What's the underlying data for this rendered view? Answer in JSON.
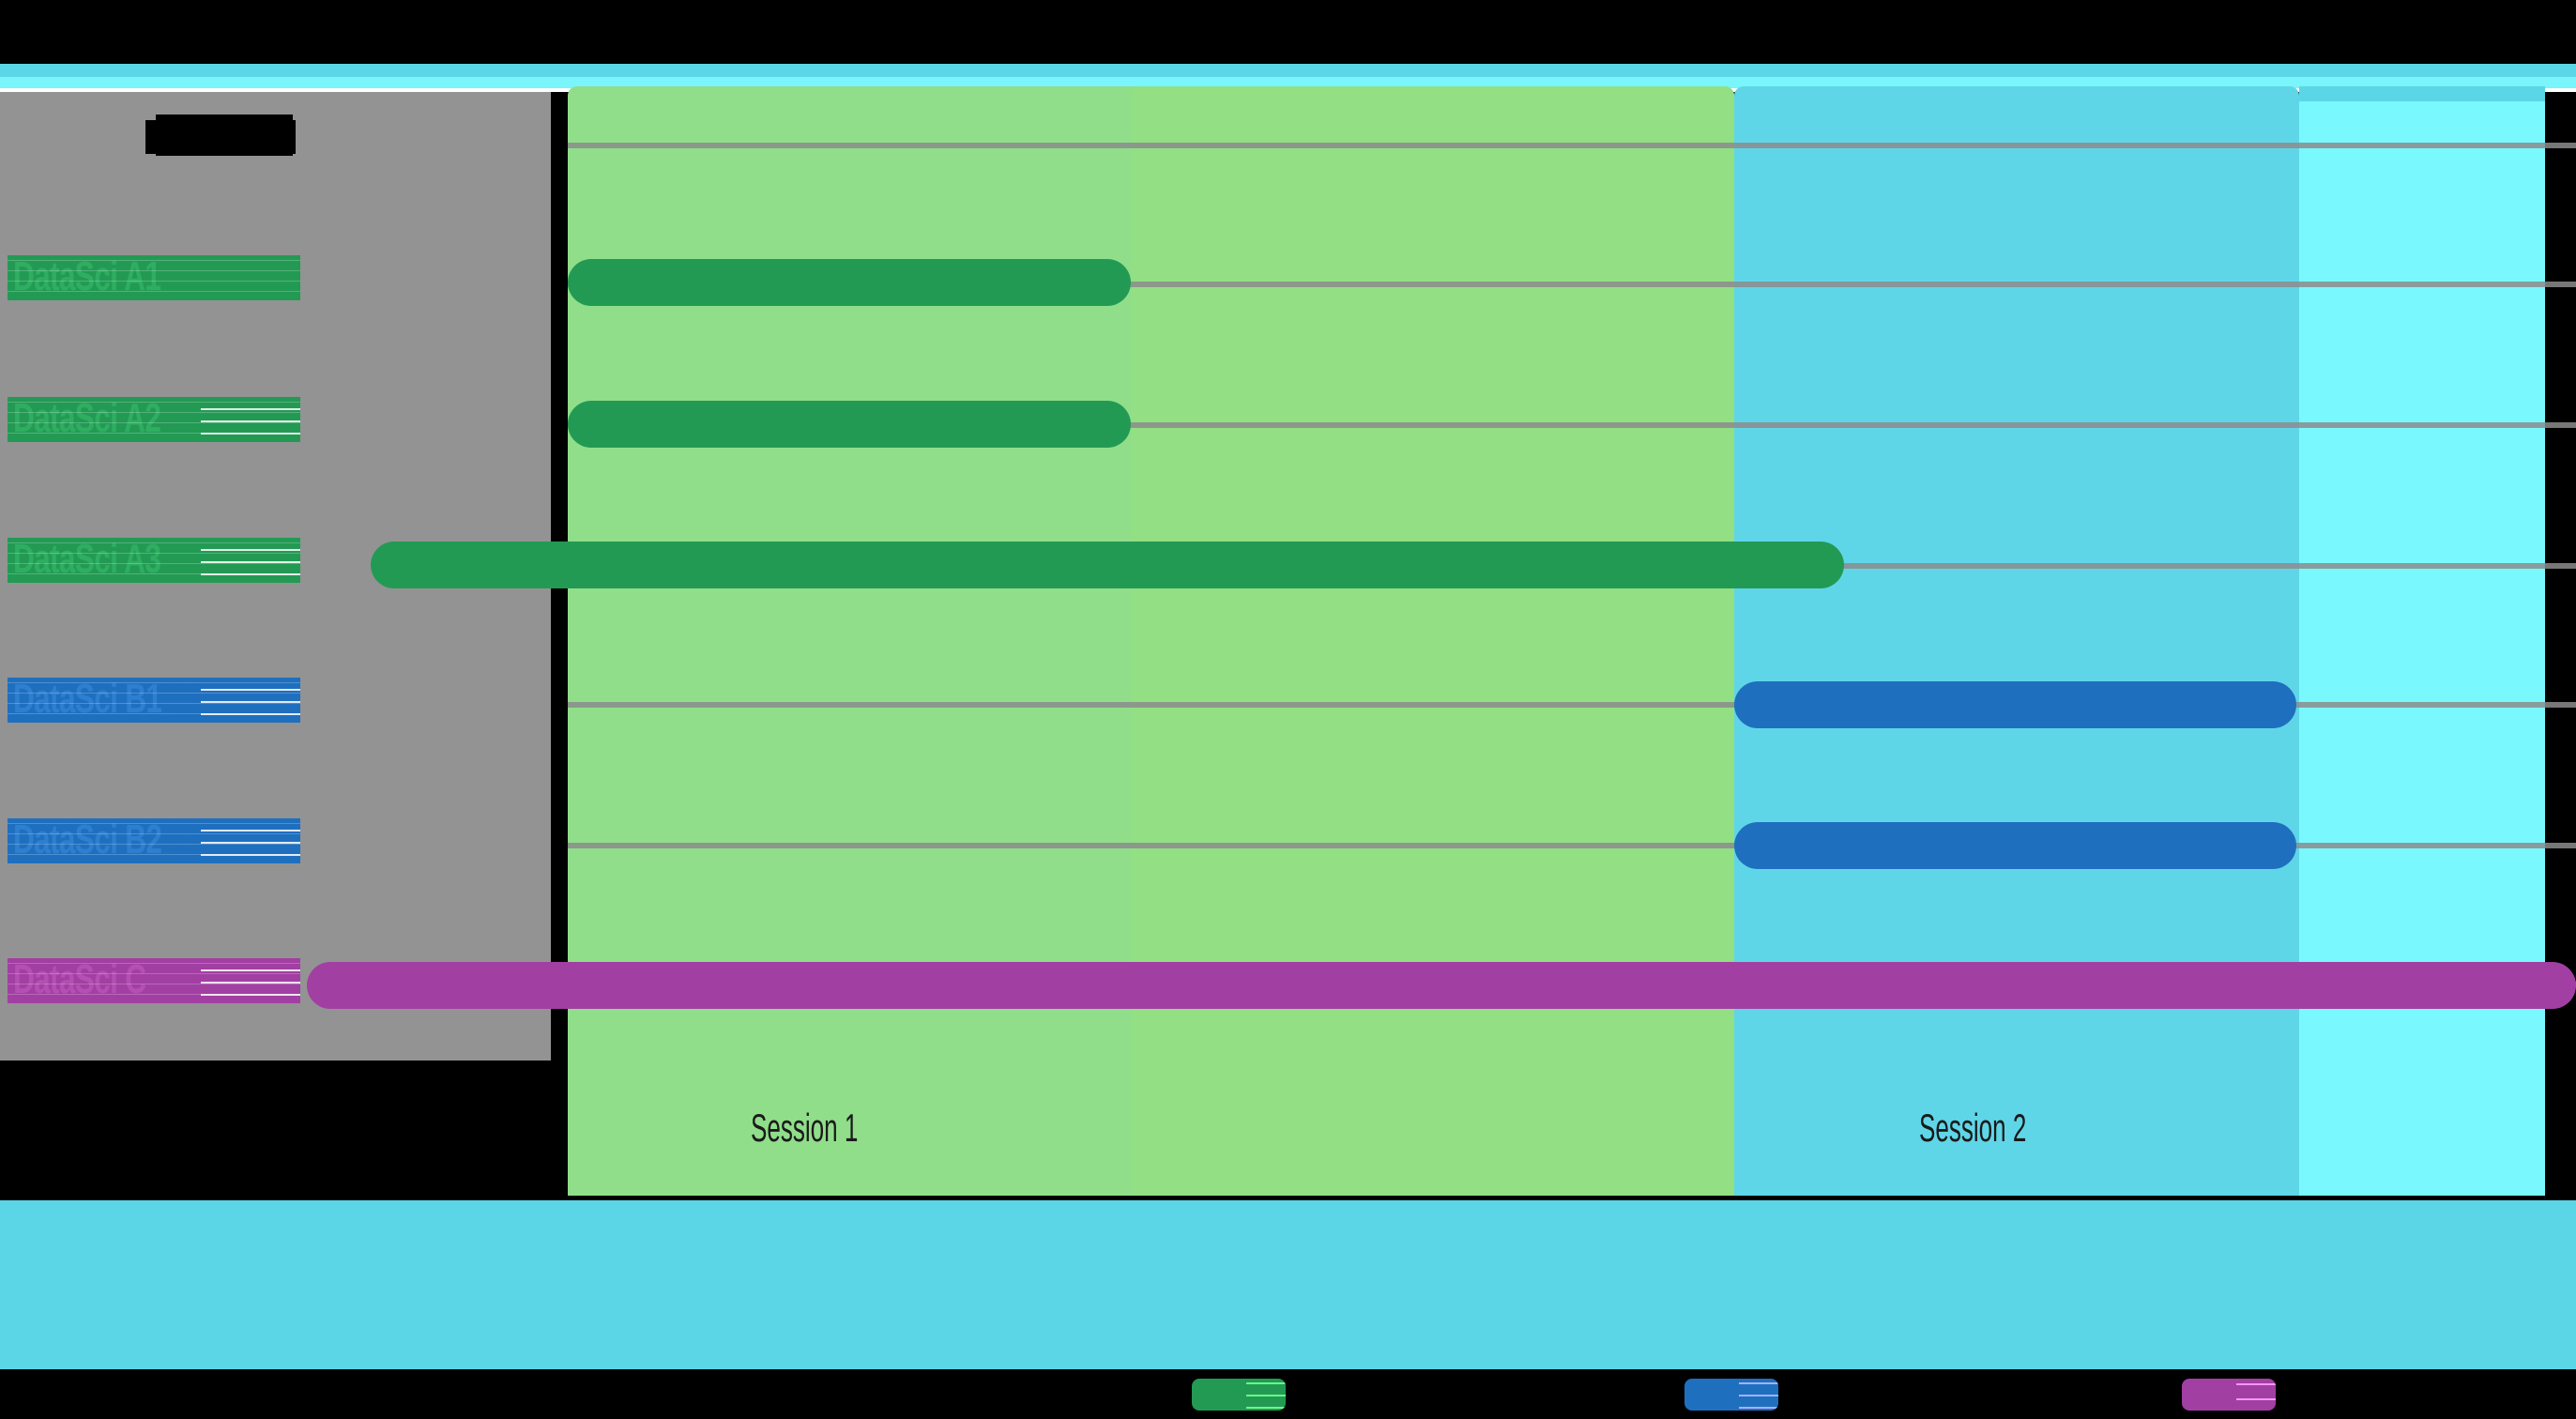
{
  "chart_data": {
    "type": "bar",
    "subtype": "gantt-timeline",
    "title": "████████",
    "title_redacted": true,
    "xlabel": "",
    "ylabel": "",
    "grid": true,
    "categories": [
      "DataSci A1",
      "DataSci A2",
      "DataSci A3",
      "DataSci B1",
      "DataSci B2",
      "DataSci C"
    ],
    "series": [
      {
        "name": "DataSci A",
        "color": "#239A54",
        "tasks": [
          {
            "label": "DataSci A1",
            "start": 605,
            "end": 1205,
            "row": 0
          },
          {
            "label": "DataSci A2",
            "start": 605,
            "end": 1205,
            "row": 1
          },
          {
            "label": "DataSci A3",
            "start": 395,
            "end": 1965,
            "row": 2
          }
        ]
      },
      {
        "name": "DataSci B",
        "color": "#1F6FBF",
        "tasks": [
          {
            "label": "DataSci B1",
            "start": 1848,
            "end": 2447,
            "row": 3
          },
          {
            "label": "DataSci B2",
            "start": 1848,
            "end": 2447,
            "row": 4
          }
        ]
      },
      {
        "name": "DataSci C",
        "color": "#A23FA3",
        "tasks": [
          {
            "label": "DataSci C",
            "start": 327,
            "end": 2745,
            "row": 5
          }
        ]
      }
    ],
    "bands": [
      {
        "label": "Session 1",
        "start": 605,
        "end": 1848,
        "color": "#90DE8A"
      },
      {
        "label": "Session 2",
        "start": 1848,
        "end": 2450,
        "color": "#5FD6E8"
      },
      {
        "label": "",
        "start": 2450,
        "end": 2712,
        "color": "#79F8FD"
      }
    ],
    "legend": {
      "position": "bottom",
      "entries": [
        {
          "label": "█████",
          "color": "#239A54",
          "redacted": true
        },
        {
          "label": "█████",
          "color": "#1F6FBF",
          "redacted": true
        },
        {
          "label": "█████",
          "color": "#A23FA3",
          "redacted": true
        }
      ]
    }
  },
  "header": {
    "title": ""
  },
  "plot": {
    "background_color": "#939393",
    "gridline_color": "#8C8C8C",
    "rows": [
      {
        "label": "DataSci A1"
      },
      {
        "label": "DataSci A2"
      },
      {
        "label": "DataSci A3"
      },
      {
        "label": "DataSci B1"
      },
      {
        "label": "DataSci B2"
      },
      {
        "label": "DataSci C"
      }
    ]
  },
  "bands": {
    "session1_label": "Session 1",
    "session2_label": "Session 2"
  },
  "legend": {
    "item1_label": "",
    "item2_label": "",
    "item3_label": ""
  },
  "colors": {
    "series_a": "#239A54",
    "series_b": "#1F6FBF",
    "series_c": "#A23FA3",
    "band_session1": "#90DE8A",
    "band_session2": "#5FD6E8",
    "band_tail": "#79F8FD",
    "plot_bg": "#939393",
    "page_bg": "#000000",
    "footer": "#5BD6E6"
  }
}
